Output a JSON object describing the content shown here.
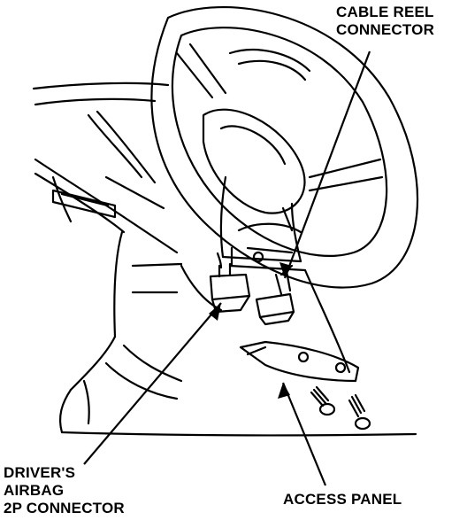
{
  "labels": {
    "cable_reel_connector": [
      "CABLE REEL",
      "CONNECTOR"
    ],
    "drivers_airbag_connector": [
      "DRIVER'S",
      "AIRBAG",
      "2P CONNECTOR"
    ],
    "access_panel": "ACCESS PANEL"
  },
  "colors": {
    "ink": "#000000",
    "paper": "#ffffff"
  }
}
